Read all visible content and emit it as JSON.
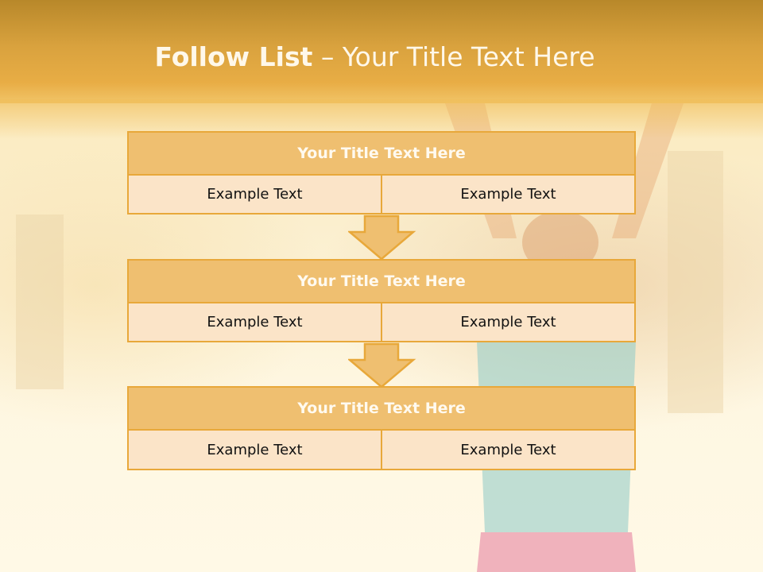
{
  "slide": {
    "title_bold": "Follow List",
    "title_rest": " – Your Title Text Here"
  },
  "blocks": [
    {
      "title": "Your Title Text Here",
      "left": "Example Text",
      "right": "Example Text"
    },
    {
      "title": "Your Title Text Here",
      "left": "Example Text",
      "right": "Example Text"
    },
    {
      "title": "Your Title Text Here",
      "left": "Example Text",
      "right": "Example Text"
    }
  ],
  "colors": {
    "header": "#e8ad45",
    "box_border": "#e8a83a",
    "box_title_fill": "#efbf70",
    "box_cell_fill": "#fbe4c8"
  }
}
